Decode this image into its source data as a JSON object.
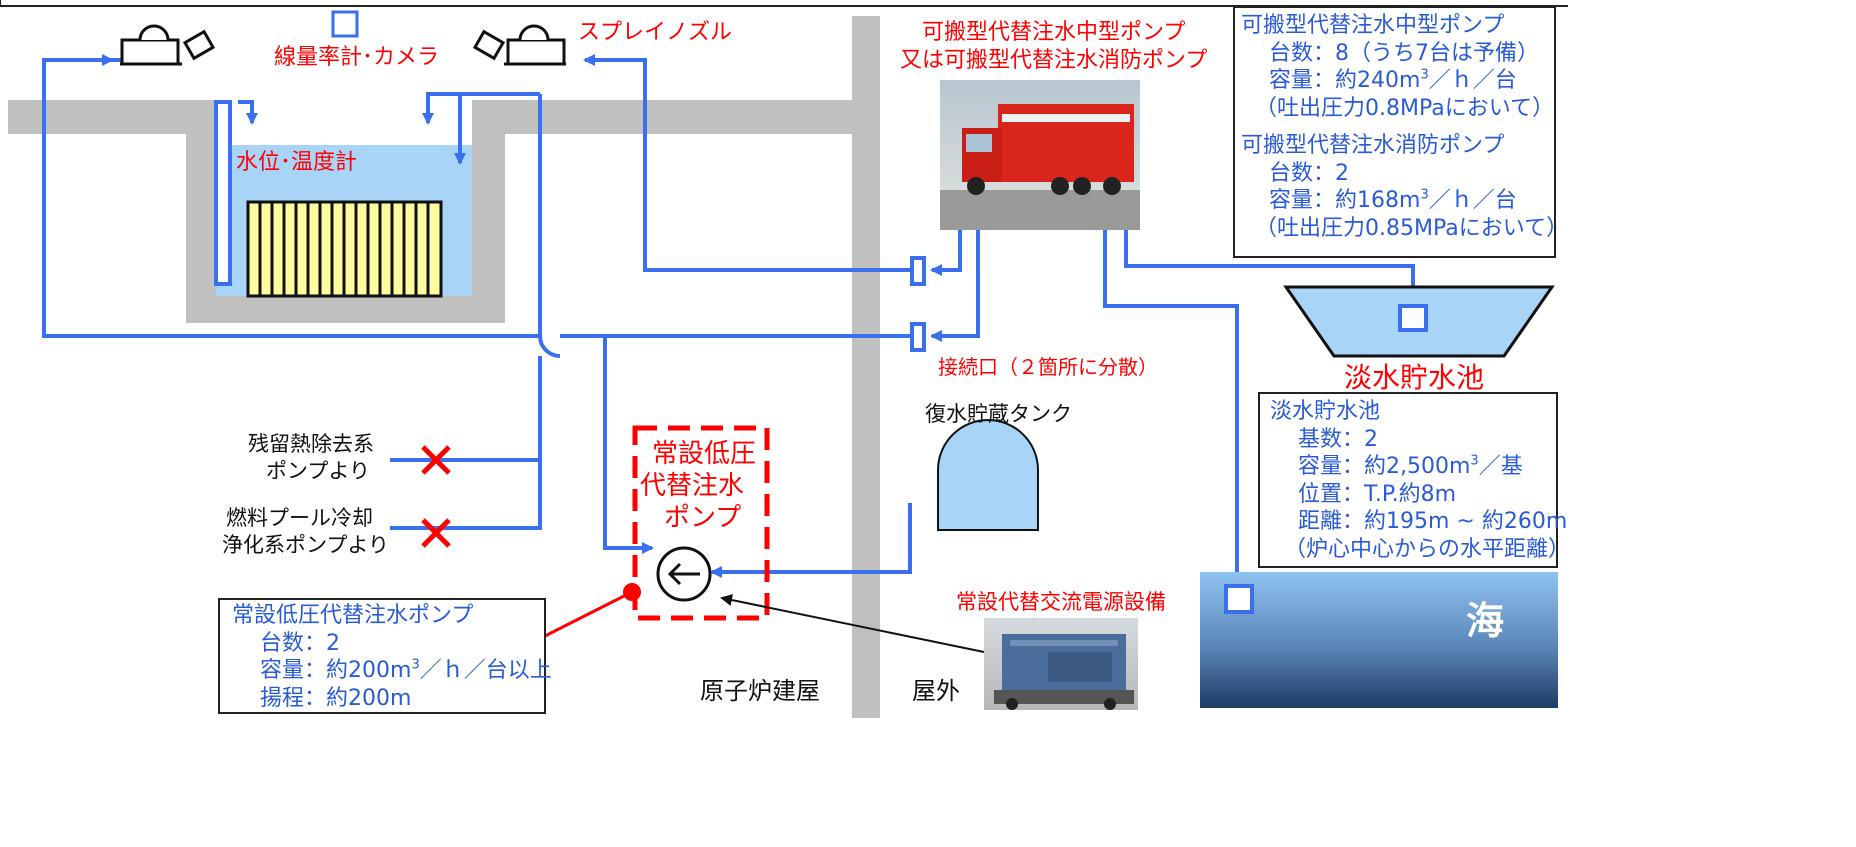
{
  "labels": {
    "radiation_camera": "線量率計･カメラ",
    "spray_nozzle": "スプレイノズル",
    "level_temp": "水位･温度計",
    "portable_pump_line1": "可搬型代替注水中型ポンプ",
    "portable_pump_line2": "又は可搬型代替注水消防ポンプ",
    "connection_port": "接続口（２箇所に分散）",
    "freshwater_pond": "淡水貯水池",
    "condensate_tank": "復水貯蔵タンク",
    "rhr_line1": "残留熱除去系",
    "rhr_line2": "ポンプより",
    "fpc_line1": "燃料プール冷却",
    "fpc_line2": "浄化系ポンプより",
    "lp_pump_line1": "常設低圧",
    "lp_pump_line2": "代替注水",
    "lp_pump_line3": "ポンプ",
    "ac_power": "常設代替交流電源設備",
    "reactor_building": "原子炉建屋",
    "outdoor": "屋外",
    "sea": "海"
  },
  "spec_portable": {
    "medium_title": "可搬型代替注水中型ポンプ",
    "medium_count": "台数：8（うち7台は予備）",
    "medium_cap_pre": "容量：約240m",
    "medium_cap_sup": "3",
    "medium_cap_post": "／ｈ／台",
    "medium_pressure": "（吐出圧力0.8MPaにおいて）",
    "fire_title": "可搬型代替注水消防ポンプ",
    "fire_count": "台数：2",
    "fire_cap_pre": "容量：約168m",
    "fire_cap_sup": "3",
    "fire_cap_post": "／ｈ／台",
    "fire_pressure": "（吐出圧力0.85MPaにおいて）"
  },
  "spec_pond": {
    "title": "淡水貯水池",
    "count": "基数：2",
    "cap_pre": "容量：約2,500m",
    "cap_sup": "3",
    "cap_post": "／基",
    "position": "位置：T.P.約8m",
    "distance": "距離：約195m ~ 約260m",
    "distance_note": "（炉心中心からの水平距離）"
  },
  "spec_lp_pump": {
    "title": "常設低圧代替注水ポンプ",
    "count": "台数：2",
    "cap_pre": "容量：約200m",
    "cap_sup": "3",
    "cap_post": "／ｈ／台以上",
    "head": "揚程：約200m"
  },
  "colors": {
    "pipe": "#3a6ff0",
    "red": "#ff0000",
    "wall": "#c0c0c0",
    "water": "#a8d4f7",
    "fuel": "#fffca0",
    "spec_text": "#2a5bd7"
  }
}
